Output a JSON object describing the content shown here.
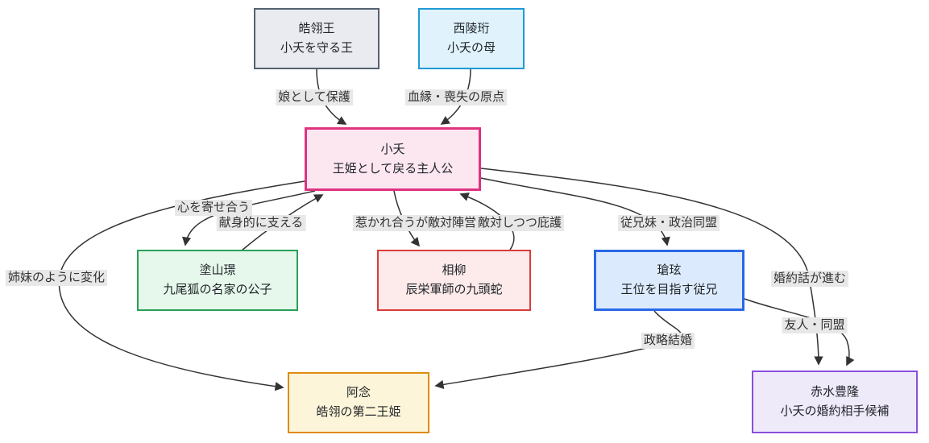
{
  "diagram": {
    "title": "character-relationship-diagram",
    "background_color": "#ffffff",
    "edge_color": "#333333",
    "edge_label_bg": "#e8e8e8",
    "nodes": [
      {
        "id": "haoling-king",
        "name": "皓翎王",
        "desc": "小夭を守る王",
        "bg": "#e9ebf0",
        "border": "#536270"
      },
      {
        "id": "xiling-heng",
        "name": "西陵珩",
        "desc": "小夭の母",
        "bg": "#e0f3fc",
        "border": "#1f9ad7"
      },
      {
        "id": "xiaoyao",
        "name": "小夭",
        "desc": "王姫として戻る主人公",
        "bg": "#fce7f1",
        "border": "#e0327f"
      },
      {
        "id": "tushan-jing",
        "name": "塗山璟",
        "desc": "九尾狐の名家の公子",
        "bg": "#e5f8eb",
        "border": "#27a158"
      },
      {
        "id": "xiangliu",
        "name": "相柳",
        "desc": "辰栄軍師の九頭蛇",
        "bg": "#fdeaea",
        "border": "#dc3b3b"
      },
      {
        "id": "cangxuan",
        "name": "瑲玹",
        "desc": "王位を目指す従兄",
        "bg": "#dceafd",
        "border": "#2968e8"
      },
      {
        "id": "anian",
        "name": "阿念",
        "desc": "皓翎の第二王姫",
        "bg": "#fdf5d9",
        "border": "#e08b13"
      },
      {
        "id": "chishui-fenglong",
        "name": "赤水豊隆",
        "desc": "小夭の婚約相手候補",
        "bg": "#efeafa",
        "border": "#8a4fdc"
      }
    ],
    "edges": [
      {
        "from": "皓翎王",
        "to": "小夭",
        "label": "娘として保護"
      },
      {
        "from": "西陵珩",
        "to": "小夭",
        "label": "血縁・喪失の原点"
      },
      {
        "from": "小夭",
        "to": "塗山璟",
        "label": "心を寄せ合う"
      },
      {
        "from": "塗山璟",
        "to": "小夭",
        "label": "献身的に支える"
      },
      {
        "from": "小夭",
        "to": "相柳",
        "label": "惹かれ合うが敵対陣営"
      },
      {
        "from": "相柳",
        "to": "小夭",
        "label": "敵対しつつ庇護"
      },
      {
        "from": "小夭",
        "to": "瑲玹",
        "label": "従兄妹・政治同盟"
      },
      {
        "from": "小夭",
        "to": "阿念",
        "label": "姉妹のように変化"
      },
      {
        "from": "小夭",
        "to": "赤水豊隆",
        "label": "婚約話が進む"
      },
      {
        "from": "瑲玹",
        "to": "阿念",
        "label": "政略結婚"
      },
      {
        "from": "瑲玹",
        "to": "赤水豊隆",
        "label": "友人・同盟"
      }
    ]
  }
}
